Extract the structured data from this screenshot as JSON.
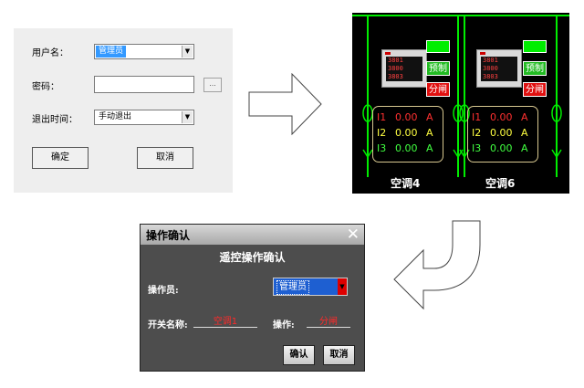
{
  "login": {
    "username_label": "用户名：",
    "username_value": "管理员",
    "password_label": "密码：",
    "browse_label": "...",
    "logout_time_label": "退出时间：",
    "logout_time_value": "手动退出",
    "ok_label": "确定",
    "cancel_label": "取消"
  },
  "hmi": {
    "units": [
      {
        "meter_lines": [
          "3801",
          "3800",
          "3803"
        ],
        "preset_label": "预制",
        "open_label": "分闸",
        "rows": [
          {
            "phase": "I1",
            "value": "0.00",
            "unit": "A",
            "color": "#ff3030"
          },
          {
            "phase": "I2",
            "value": "0.00",
            "unit": "A",
            "color": "#ffff40"
          },
          {
            "phase": "I3",
            "value": "0.00",
            "unit": "A",
            "color": "#40ff40"
          }
        ],
        "name": "空调4"
      },
      {
        "meter_lines": [
          "3801",
          "3800",
          "3803"
        ],
        "preset_label": "预制",
        "open_label": "分闸",
        "rows": [
          {
            "phase": "I1",
            "value": "0.00",
            "unit": "A",
            "color": "#ff3030"
          },
          {
            "phase": "I2",
            "value": "0.00",
            "unit": "A",
            "color": "#ffff40"
          },
          {
            "phase": "I3",
            "value": "0.00",
            "unit": "A",
            "color": "#40ff40"
          }
        ],
        "name": "空调6"
      }
    ],
    "colors": {
      "bus": "#00ee00",
      "preset": "#22bb22",
      "open": "#e01010",
      "frame": "#d8c890"
    }
  },
  "dialog": {
    "title": "操作确认",
    "close_icon": "✕",
    "heading": "遥控操作确认",
    "operator_label": "操作员:",
    "operator_value": "管理员",
    "switch_label": "开关名称:",
    "switch_value": "空调1",
    "operation_label": "操作:",
    "operation_value": "分闸",
    "confirm_label": "确认",
    "cancel_label": "取消"
  }
}
